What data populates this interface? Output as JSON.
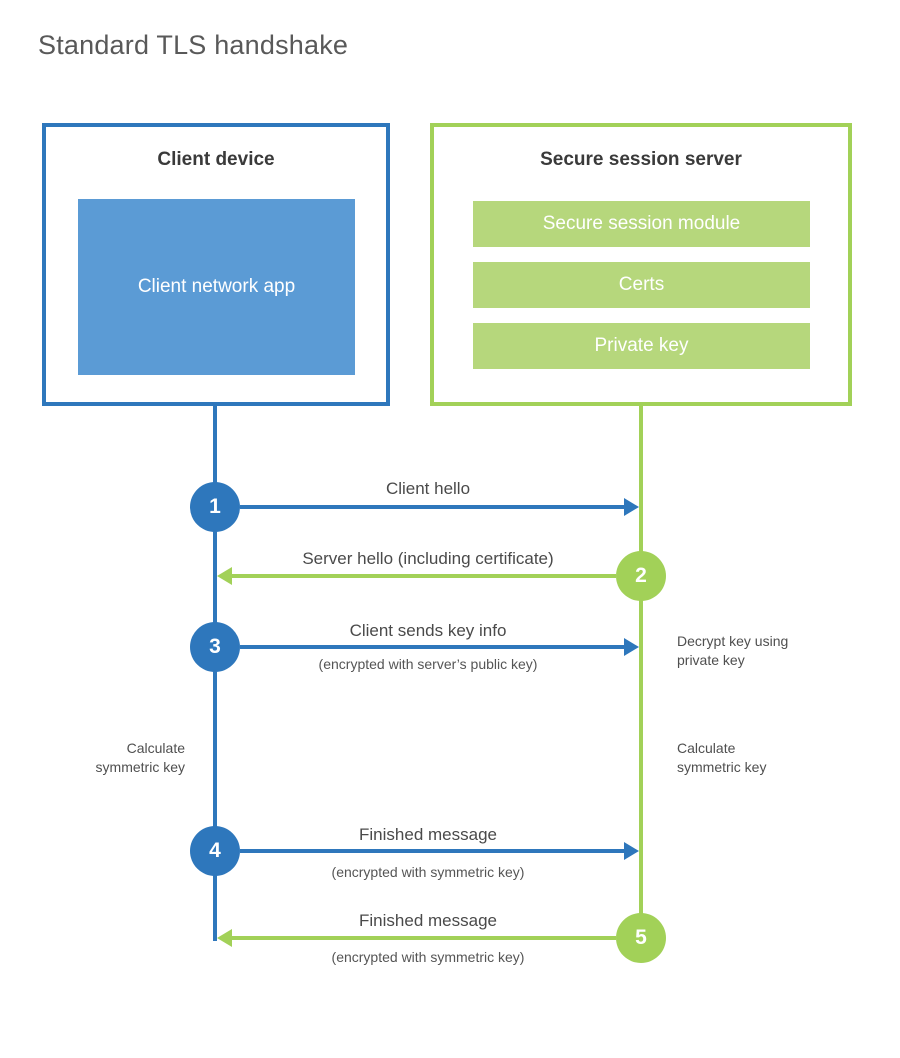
{
  "title": "Standard TLS handshake",
  "client": {
    "title": "Client device",
    "app": "Client network app"
  },
  "server": {
    "title": "Secure session server",
    "modules": [
      "Secure session module",
      "Certs",
      "Private key"
    ]
  },
  "steps": [
    {
      "num": "1",
      "label": "Client hello",
      "sub": "",
      "direction": "client-to-server"
    },
    {
      "num": "2",
      "label": "Server hello (including certificate)",
      "sub": "",
      "direction": "server-to-client"
    },
    {
      "num": "3",
      "label": "Client sends key info",
      "sub": "(encrypted with server’s public key)",
      "direction": "client-to-server"
    },
    {
      "num": "4",
      "label": "Finished message",
      "sub": "(encrypted with symmetric key)",
      "direction": "client-to-server"
    },
    {
      "num": "5",
      "label": "Finished message",
      "sub": "(encrypted with symmetric key)",
      "direction": "server-to-client"
    }
  ],
  "notes": {
    "decrypt": "Decrypt key using private key",
    "calculate_left": "Calculate symmetric key",
    "calculate_right": "Calculate symmetric key"
  },
  "colors": {
    "client_accent": "#2e77bc",
    "client_fill": "#5b9bd5",
    "server_accent": "#a2d158",
    "server_fill": "#b6d77c"
  }
}
